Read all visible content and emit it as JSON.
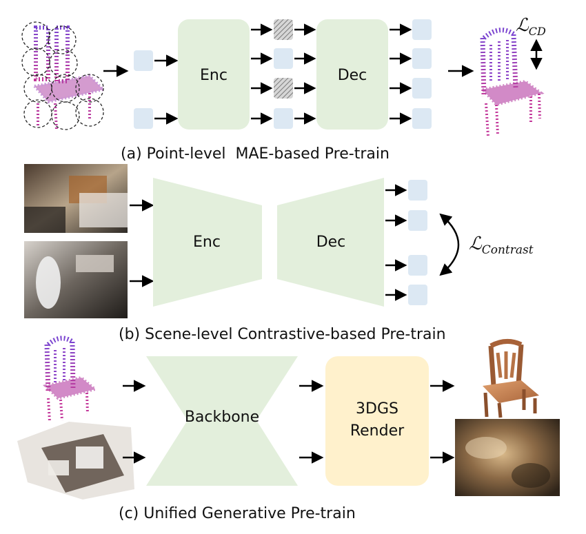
{
  "panel_a": {
    "encoder": "Enc",
    "decoder": "Dec",
    "caption": "(a) Point-level  MAE-based Pre-train",
    "loss_symbol": "ℒ",
    "loss_subscript": "CD"
  },
  "panel_b": {
    "encoder": "Enc",
    "decoder": "Dec",
    "caption": "(b) Scene-level Contrastive-based Pre-train",
    "loss_symbol": "ℒ",
    "loss_subscript": "Contrast"
  },
  "panel_c": {
    "backbone": "Backbone",
    "render_line1": "3DGS",
    "render_line2": "Render",
    "caption": "(c) Unified Generative Pre-train"
  },
  "colors": {
    "module_green": "#e3efdc",
    "token_blue": "#dce8f3",
    "render_yellow": "#fff1cc",
    "point_purple": "#8a3fc8",
    "point_magenta": "#c2389a"
  }
}
